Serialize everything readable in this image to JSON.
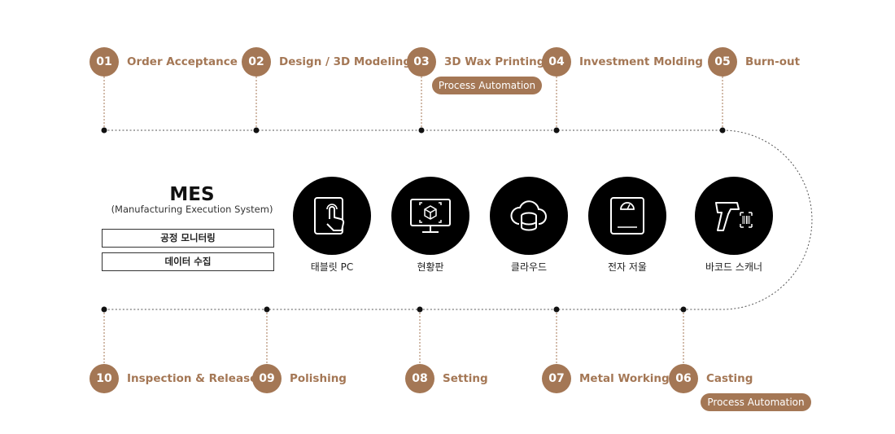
{
  "top_steps": [
    {
      "num": "01",
      "label": "Order Acceptance"
    },
    {
      "num": "02",
      "label": "Design / 3D Modeling"
    },
    {
      "num": "03",
      "label": "3D Wax Printing",
      "badge": "Process Automation"
    },
    {
      "num": "04",
      "label": "Investment Molding"
    },
    {
      "num": "05",
      "label": "Burn-out"
    }
  ],
  "bottom_steps": [
    {
      "num": "10",
      "label": "Inspection & Release"
    },
    {
      "num": "09",
      "label": "Polishing"
    },
    {
      "num": "08",
      "label": "Setting"
    },
    {
      "num": "07",
      "label": "Metal Working"
    },
    {
      "num": "06",
      "label": "Casting",
      "badge": "Process Automation"
    }
  ],
  "mes": {
    "title": "MES",
    "subtitle": "(Manufacturing Execution System)",
    "items": [
      "공정 모니터링",
      "데이터 수집"
    ]
  },
  "devices": [
    {
      "label": "태블릿 PC",
      "icon": "tablet-touch-icon"
    },
    {
      "label": "현황판",
      "icon": "monitor-dashboard-icon"
    },
    {
      "label": "클라우드",
      "icon": "cloud-database-icon"
    },
    {
      "label": "전자 저울",
      "icon": "electronic-scale-icon"
    },
    {
      "label": "바코드 스캐너",
      "icon": "barcode-scanner-icon"
    }
  ],
  "colors": {
    "accent": "#a47755",
    "device_bg": "#000000",
    "line": "#555555"
  }
}
